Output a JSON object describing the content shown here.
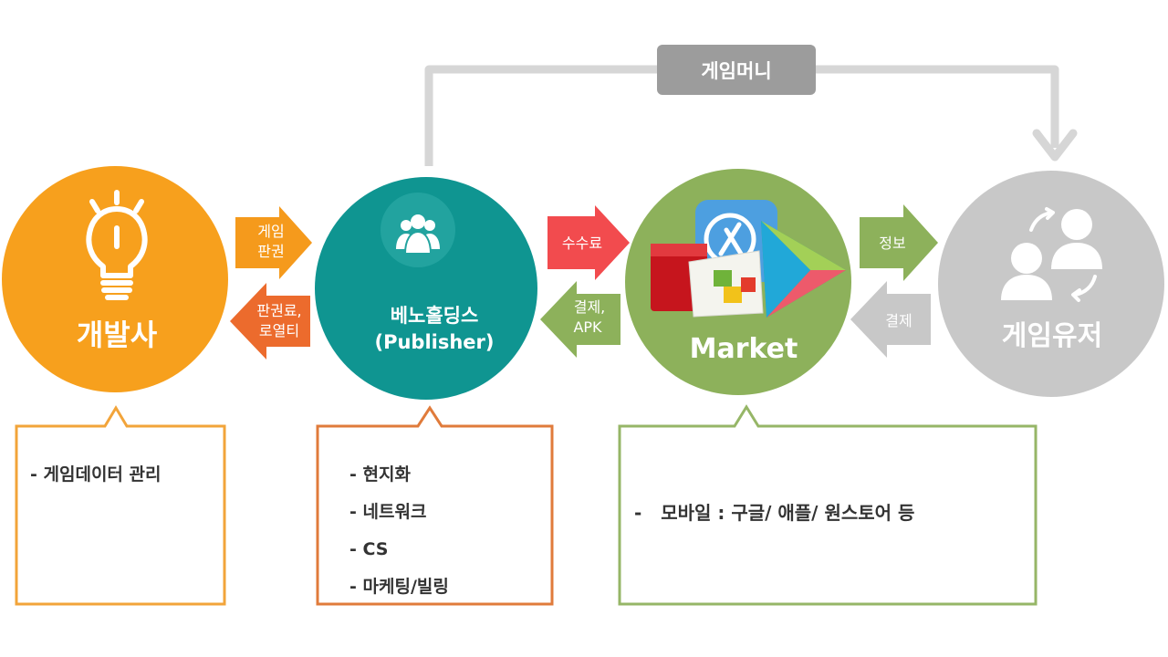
{
  "colors": {
    "orange": "#f7a01d",
    "teal": "#0f9591",
    "green": "#8db15b",
    "gray": "#c8c8c8",
    "dark_gray": "#9c9c9c",
    "arrow_orange": "#f59a1c",
    "arrow_darkorange": "#ec6b2d",
    "arrow_red": "#f24b4e",
    "arrow_green": "#8db15b",
    "arrow_lightgray": "#c8c8c8",
    "box_orange_border": "#f2a43a",
    "box_red_border": "#e07b3b",
    "box_green_border": "#96b667"
  },
  "nodes": {
    "developer": {
      "label": "개발사",
      "icon": "lightbulb-icon"
    },
    "publisher": {
      "label": "베노홀딩스",
      "sublabel": "(Publisher)",
      "icon": "people-group-icon"
    },
    "market": {
      "label": "Market",
      "icon": "app-store-icon"
    },
    "user": {
      "label": "게임유저",
      "icon": "users-exchange-icon"
    }
  },
  "top_flow": {
    "label": "게임머니"
  },
  "arrows": {
    "dev_to_pub": [
      "게임",
      "판권"
    ],
    "pub_to_dev": [
      "판권료,",
      "로열티"
    ],
    "pub_to_market": [
      "수수료"
    ],
    "market_to_pub": [
      "결제,",
      "APK"
    ],
    "market_to_user": [
      "정보"
    ],
    "user_to_market": [
      "결제"
    ]
  },
  "boxes": {
    "developer": {
      "items": [
        "- 게임데이터 관리"
      ]
    },
    "publisher": {
      "items": [
        "- 현지화",
        "- 네트워크",
        "- CS",
        "- 마케팅/빌링"
      ]
    },
    "market": {
      "items": [
        "-   모바일 : 구글/ 애플/ 원스토어 등"
      ]
    }
  }
}
